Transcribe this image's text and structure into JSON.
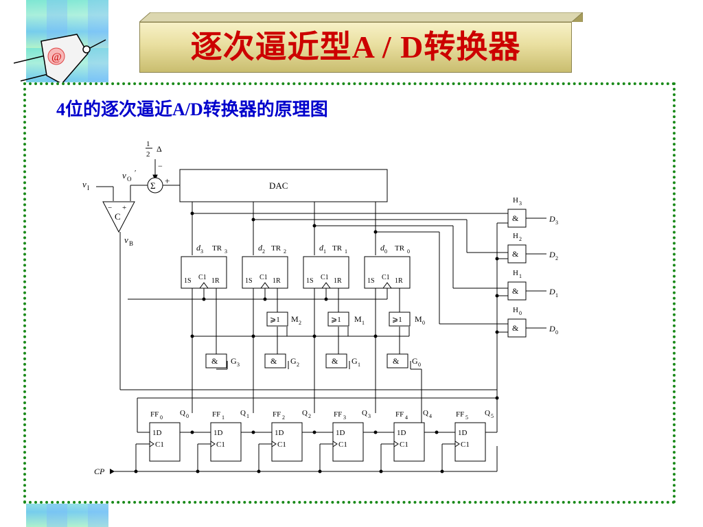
{
  "slide_title": "逐次逼近型A / D转换器",
  "subtitle": "4位的逐次逼近A/D转换器的原理图",
  "logo_symbol": "@",
  "diagram": {
    "half_delta": {
      "num": "1",
      "den": "2",
      "delta": "Δ"
    },
    "sign_minus": "−",
    "sign_plus": "+",
    "sigma": "Σ",
    "vo_prime": {
      "v": "v",
      "sub": "O",
      "prime": "′"
    },
    "vi": {
      "v": "v",
      "sub": "I"
    },
    "vb": {
      "v": "v",
      "sub": "B"
    },
    "comparator": "C",
    "dac": "DAC",
    "and_symbol": "&",
    "or_symbol": "⩾1",
    "trs": [
      {
        "d": "d",
        "dsub": "3",
        "tr": "TR",
        "trsub": "3"
      },
      {
        "d": "d",
        "dsub": "2",
        "tr": "TR",
        "trsub": "2"
      },
      {
        "d": "d",
        "dsub": "1",
        "tr": "TR",
        "trsub": "1"
      },
      {
        "d": "d",
        "dsub": "0",
        "tr": "TR",
        "trsub": "0"
      }
    ],
    "tr_pins": {
      "s": "1S",
      "c": "C1",
      "r": "1R"
    },
    "h_gates": [
      {
        "h": "H",
        "hsub": "3",
        "d": "D",
        "dsub": "3"
      },
      {
        "h": "H",
        "hsub": "2",
        "d": "D",
        "dsub": "2"
      },
      {
        "h": "H",
        "hsub": "1",
        "d": "D",
        "dsub": "1"
      },
      {
        "h": "H",
        "hsub": "0",
        "d": "D",
        "dsub": "0"
      }
    ],
    "m_gates": [
      {
        "m": "M",
        "msub": "2"
      },
      {
        "m": "M",
        "msub": "1"
      },
      {
        "m": "M",
        "msub": "0"
      }
    ],
    "g_gates": [
      {
        "g": "G",
        "gsub": "3"
      },
      {
        "g": "G",
        "gsub": "2"
      },
      {
        "g": "G",
        "gsub": "1"
      },
      {
        "g": "G",
        "gsub": "0"
      }
    ],
    "ffs": [
      {
        "ff": "FF",
        "ffsub": "0",
        "q": "Q",
        "qsub": "0"
      },
      {
        "ff": "FF",
        "ffsub": "1",
        "q": "Q",
        "qsub": "1"
      },
      {
        "ff": "FF",
        "ffsub": "2",
        "q": "Q",
        "qsub": "2"
      },
      {
        "ff": "FF",
        "ffsub": "3",
        "q": "Q",
        "qsub": "3"
      },
      {
        "ff": "FF",
        "ffsub": "4",
        "q": "Q",
        "qsub": "4"
      },
      {
        "ff": "FF",
        "ffsub": "5",
        "q": "Q",
        "qsub": "5"
      }
    ],
    "ff_pins": {
      "d": "1D",
      "c": "C1"
    },
    "cp": "CP"
  },
  "colors": {
    "title": "#cc0000",
    "subtitle": "#0000cc",
    "frame": "#1a8a1a"
  }
}
